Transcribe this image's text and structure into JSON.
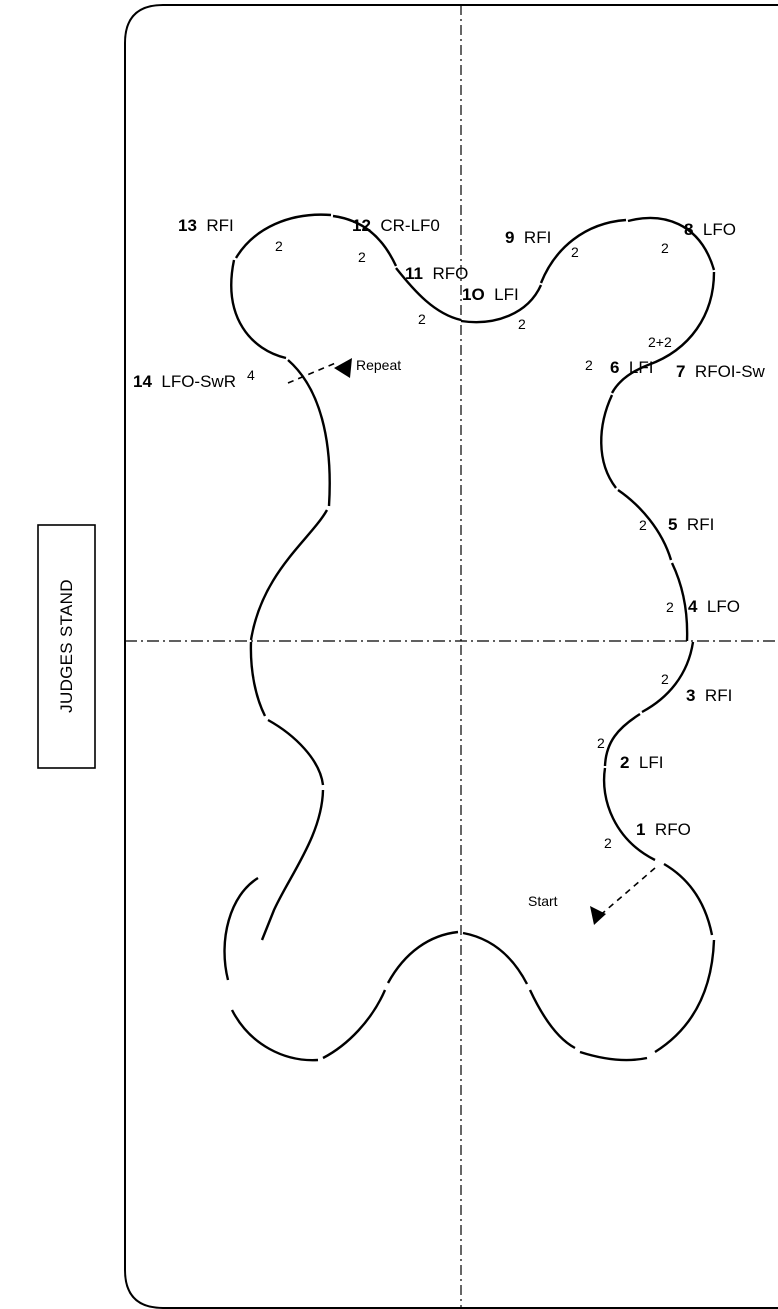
{
  "judges_stand": "JUDGES STAND",
  "start_label": "Start",
  "repeat_label": "Repeat",
  "steps": [
    {
      "num": "1",
      "edge": "RFO"
    },
    {
      "num": "2",
      "edge": "LFI"
    },
    {
      "num": "3",
      "edge": "RFI"
    },
    {
      "num": "4",
      "edge": "LFO"
    },
    {
      "num": "5",
      "edge": "RFI"
    },
    {
      "num": "6",
      "edge": "LFI"
    },
    {
      "num": "7",
      "edge": "RFOI-Sw"
    },
    {
      "num": "8",
      "edge": "LFO"
    },
    {
      "num": "9",
      "edge": "RFI"
    },
    {
      "num": "1O",
      "edge": "LFI"
    },
    {
      "num": "11",
      "edge": "RFO"
    },
    {
      "num": "12",
      "edge": "CR-LF0"
    },
    {
      "num": "13",
      "edge": "RFI"
    },
    {
      "num": "14",
      "edge": "LFO-SwR"
    }
  ],
  "beats": [
    "2",
    "2",
    "2",
    "2",
    "2",
    "2",
    "2+2",
    "2",
    "2",
    "2",
    "2",
    "2",
    "2",
    "4"
  ]
}
